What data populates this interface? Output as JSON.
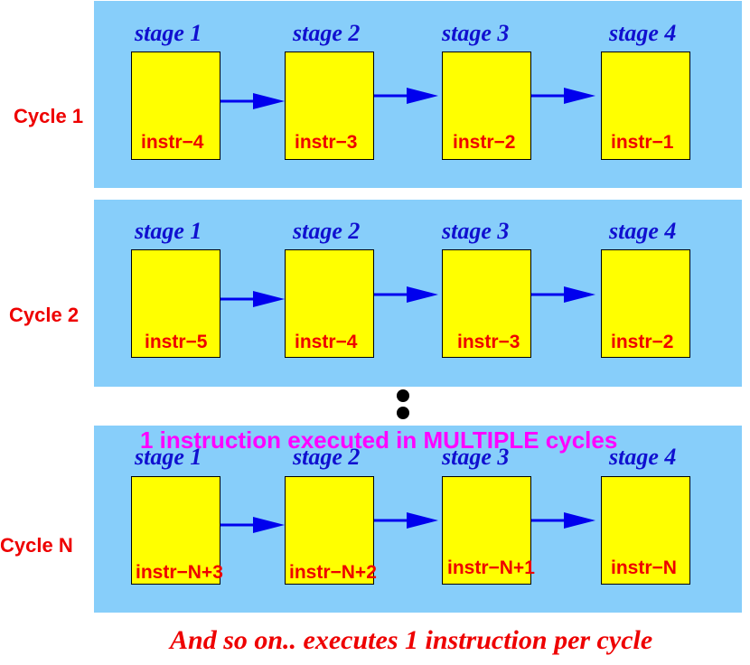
{
  "rows": [
    {
      "cycle_label": "Cycle 1",
      "stages": [
        {
          "label": "stage 1",
          "instr": "instr−4"
        },
        {
          "label": "stage 2",
          "instr": "instr−3"
        },
        {
          "label": "stage 3",
          "instr": "instr−2"
        },
        {
          "label": "stage 4",
          "instr": "instr−1"
        }
      ]
    },
    {
      "cycle_label": "Cycle 2",
      "stages": [
        {
          "label": "stage 1",
          "instr": "instr−5"
        },
        {
          "label": "stage 2",
          "instr": "instr−4"
        },
        {
          "label": "stage 3",
          "instr": "instr−3"
        },
        {
          "label": "stage 4",
          "instr": "instr−2"
        }
      ]
    },
    {
      "cycle_label": "Cycle N",
      "stages": [
        {
          "label": "stage 1",
          "instr": "instr−N+3"
        },
        {
          "label": "stage 2",
          "instr": "instr−N+2"
        },
        {
          "label": "stage 3",
          "instr": "instr−N+1"
        },
        {
          "label": "stage 4",
          "instr": "instr−N"
        }
      ]
    }
  ],
  "note": "1 instruction executed in MULTIPLE cycles",
  "footer": "And so on.. executes 1 instruction per cycle",
  "colors": {
    "panel": "#87cefa",
    "box": "#ffff00",
    "arrow": "#0000ee",
    "cycle_label": "#ee0000",
    "stage_label": "#1010d0",
    "instr_label": "#ee0000",
    "note": "#ff00ff",
    "footer": "#ee0000"
  }
}
